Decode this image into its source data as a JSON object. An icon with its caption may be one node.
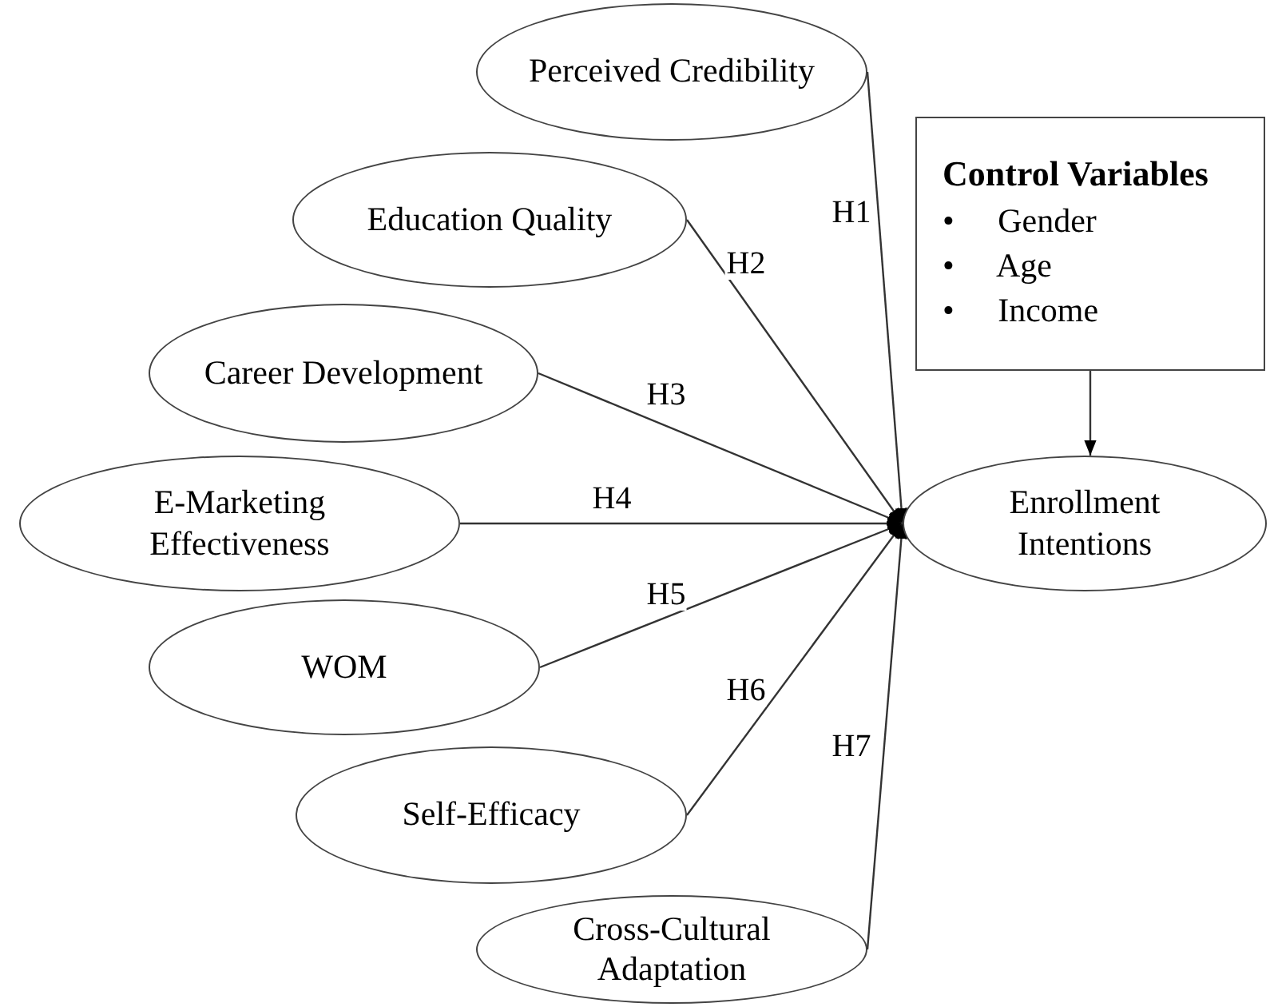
{
  "diagram": {
    "nodes": [
      {
        "text": [
          "Perceived Credibility"
        ]
      },
      {
        "text": [
          "Education Quality"
        ]
      },
      {
        "text": [
          "Career Development"
        ]
      },
      {
        "text": [
          "E-Marketing Effectiveness"
        ]
      },
      {
        "text": [
          "WOM"
        ]
      },
      {
        "text": [
          "Self-Efficacy"
        ]
      },
      {
        "text": [
          "Cross-Cultural Adaptation"
        ]
      },
      {
        "text": [
          "Enrollment Intentions"
        ]
      },
      {
        "text": [
          "Control Variables",
          "• Gender",
          "• Age",
          "• Income"
        ]
      }
    ],
    "edges": [
      {
        "from": 0,
        "to": 7,
        "arrow": "to",
        "label": "H1"
      },
      {
        "from": 1,
        "to": 7,
        "arrow": "to",
        "label": "H2"
      },
      {
        "from": 2,
        "to": 7,
        "arrow": "to",
        "label": "H3"
      },
      {
        "from": 3,
        "to": 7,
        "arrow": "to",
        "label": "H4"
      },
      {
        "from": 4,
        "to": 7,
        "arrow": "to",
        "label": "H5"
      },
      {
        "from": 5,
        "to": 7,
        "arrow": "to",
        "label": "H6"
      },
      {
        "from": 6,
        "to": 7,
        "arrow": "to",
        "label": "H7"
      },
      {
        "from": 8,
        "to": 7,
        "arrow": "to"
      }
    ]
  }
}
